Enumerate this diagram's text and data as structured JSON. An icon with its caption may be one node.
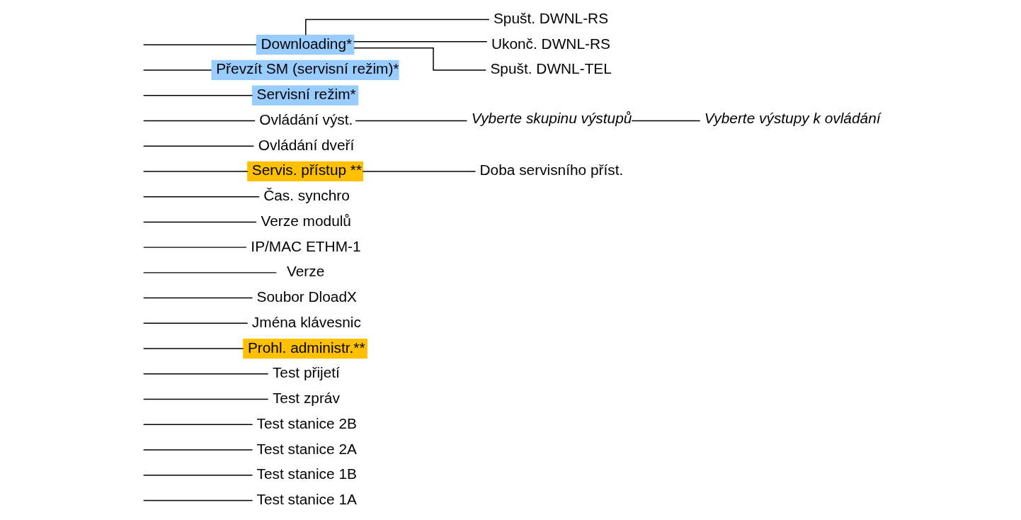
{
  "diagram": {
    "nodes": [
      {
        "text": [
          "Test stanice 1A"
        ]
      },
      {
        "text": [
          "Test stanice 1B"
        ]
      },
      {
        "text": [
          "Test stanice 2A"
        ]
      },
      {
        "text": [
          "Test stanice 2B"
        ]
      },
      {
        "text": [
          "Test zpráv"
        ]
      },
      {
        "text": [
          "Test přijetí"
        ]
      },
      {
        "text": [
          "Prohl. administr.**"
        ]
      },
      {
        "text": [
          "Jména klávesnic"
        ]
      },
      {
        "text": [
          "Soubor DloadX"
        ]
      },
      {
        "text": [
          "Verze"
        ]
      },
      {
        "text": [
          "IP/MAC ETHM-1"
        ]
      },
      {
        "text": [
          "Verze modulů"
        ]
      },
      {
        "text": [
          "Čas. synchro"
        ]
      },
      {
        "text": [
          "Servis. přístup **"
        ]
      },
      {
        "text": [
          "Doba servisního příst."
        ]
      },
      {
        "text": [
          "Ovládání dveří"
        ]
      },
      {
        "text": [
          "Ovládání výst."
        ]
      },
      {
        "text": [
          "Vyberte skupinu výstupů"
        ]
      },
      {
        "text": [
          "Vyberte výstupy k ovládání"
        ]
      },
      {
        "text": [
          "Servisní režim*"
        ]
      },
      {
        "text": [
          "Převzít SM (servisní režim)*"
        ]
      },
      {
        "text": [
          "Downloading*"
        ]
      },
      {
        "text": [
          "Spušt. DWNL-RS"
        ]
      },
      {
        "text": [
          "Ukonč. DWNL-RS"
        ]
      },
      {
        "text": [
          "Spušt. DWNL-TEL"
        ]
      }
    ],
    "edges": [
      {
        "from": null,
        "to": 0,
        "arrow": "none"
      },
      {
        "from": null,
        "to": 1,
        "arrow": "none"
      },
      {
        "from": null,
        "to": 2,
        "arrow": "none"
      },
      {
        "from": null,
        "to": 3,
        "arrow": "none"
      },
      {
        "from": null,
        "to": 4,
        "arrow": "none"
      },
      {
        "from": null,
        "to": 5,
        "arrow": "none"
      },
      {
        "from": null,
        "to": 6,
        "arrow": "none"
      },
      {
        "from": null,
        "to": 7,
        "arrow": "none"
      },
      {
        "from": null,
        "to": 8,
        "arrow": "none"
      },
      {
        "from": null,
        "to": 9,
        "arrow": "none"
      },
      {
        "from": null,
        "to": 10,
        "arrow": "none"
      },
      {
        "from": null,
        "to": 11,
        "arrow": "none"
      },
      {
        "from": null,
        "to": 12,
        "arrow": "none"
      },
      {
        "from": null,
        "to": 13,
        "arrow": "none"
      },
      {
        "from": 13,
        "to": 14,
        "arrow": "none"
      },
      {
        "from": null,
        "to": 15,
        "arrow": "none"
      },
      {
        "from": null,
        "to": 16,
        "arrow": "none"
      },
      {
        "from": 16,
        "to": 17,
        "arrow": "none"
      },
      {
        "from": 17,
        "to": 18,
        "arrow": "none"
      },
      {
        "from": null,
        "to": 19,
        "arrow": "none"
      },
      {
        "from": null,
        "to": 20,
        "arrow": "none"
      },
      {
        "from": null,
        "to": 21,
        "arrow": "none"
      },
      {
        "from": 21,
        "to": 22,
        "arrow": "none"
      },
      {
        "from": 21,
        "to": 23,
        "arrow": "none"
      },
      {
        "from": 21,
        "to": 24,
        "arrow": "none"
      }
    ]
  }
}
